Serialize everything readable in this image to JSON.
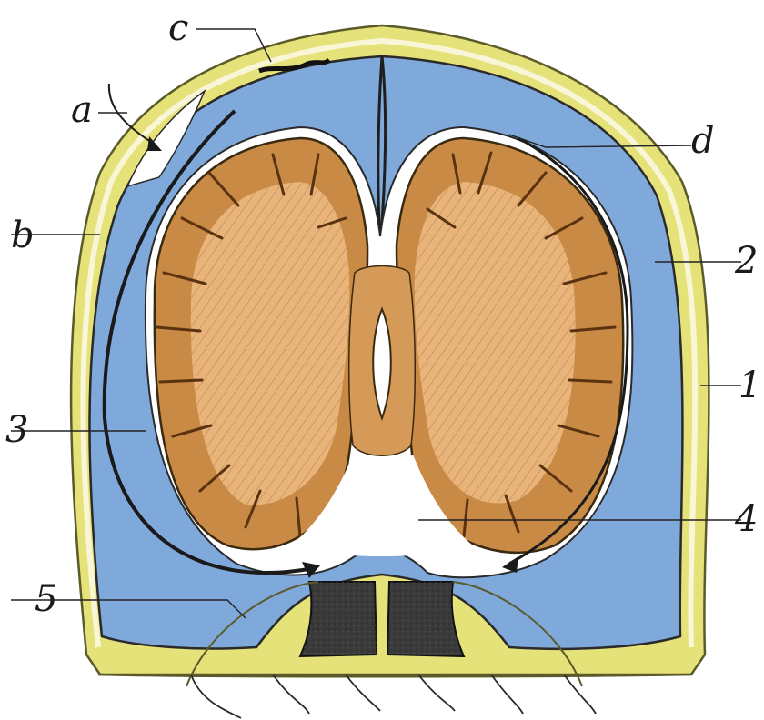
{
  "labels": {
    "a": "a",
    "b": "b",
    "c": "c",
    "d": "d",
    "n1": "1",
    "n2": "2",
    "n3": "3",
    "n4": "4",
    "n5": "5"
  },
  "colors": {
    "background": "#ffffff",
    "bone_yellow": "#e6e27a",
    "csf_blue": "#7fa9db",
    "cortex_orange": "#c98a45",
    "white_matter": "#e8b47a",
    "vertebra_dark": "#3a3a3a",
    "outline": "#2a2a2a"
  }
}
